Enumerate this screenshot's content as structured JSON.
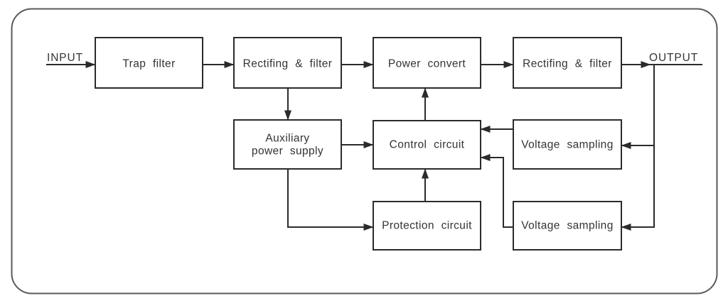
{
  "diagram": {
    "type": "block-diagram",
    "description": "Power supply block diagram",
    "external_labels": {
      "input": "INPUT",
      "output": "OUTPUT"
    },
    "nodes": {
      "trap_filter": {
        "label": "Trap filter"
      },
      "rectifier_input": {
        "label": "Rectifing & filter"
      },
      "power_convert": {
        "label": "Power convert"
      },
      "rectifier_output": {
        "label": "Rectifing & filter"
      },
      "aux_power": {
        "label_line1": "Auxiliary",
        "label_line2": "power supply"
      },
      "control": {
        "label": "Control circuit"
      },
      "voltage_sampling_top": {
        "label": "Voltage sampling"
      },
      "protection": {
        "label": "Protection circuit"
      },
      "voltage_sampling_bottom": {
        "label": "Voltage sampling"
      }
    },
    "edges": [
      {
        "from": "input",
        "to": "trap_filter"
      },
      {
        "from": "trap_filter",
        "to": "rectifier_input"
      },
      {
        "from": "rectifier_input",
        "to": "power_convert"
      },
      {
        "from": "power_convert",
        "to": "rectifier_output"
      },
      {
        "from": "rectifier_output",
        "to": "output"
      },
      {
        "from": "rectifier_input",
        "to": "aux_power"
      },
      {
        "from": "aux_power",
        "to": "control"
      },
      {
        "from": "control",
        "to": "power_convert"
      },
      {
        "from": "aux_power",
        "to": "protection"
      },
      {
        "from": "protection",
        "to": "control"
      },
      {
        "from": "voltage_sampling_top",
        "to": "control"
      },
      {
        "from": "voltage_sampling_bottom",
        "to": "control"
      },
      {
        "from": "output",
        "to": "voltage_sampling_top"
      },
      {
        "from": "output",
        "to": "voltage_sampling_bottom"
      }
    ],
    "colors": {
      "line": "#2b2b2b",
      "box_border": "#2b2b2b",
      "text": "#333333",
      "frame_border": "#5a5a5a",
      "background": "#ffffff"
    }
  }
}
